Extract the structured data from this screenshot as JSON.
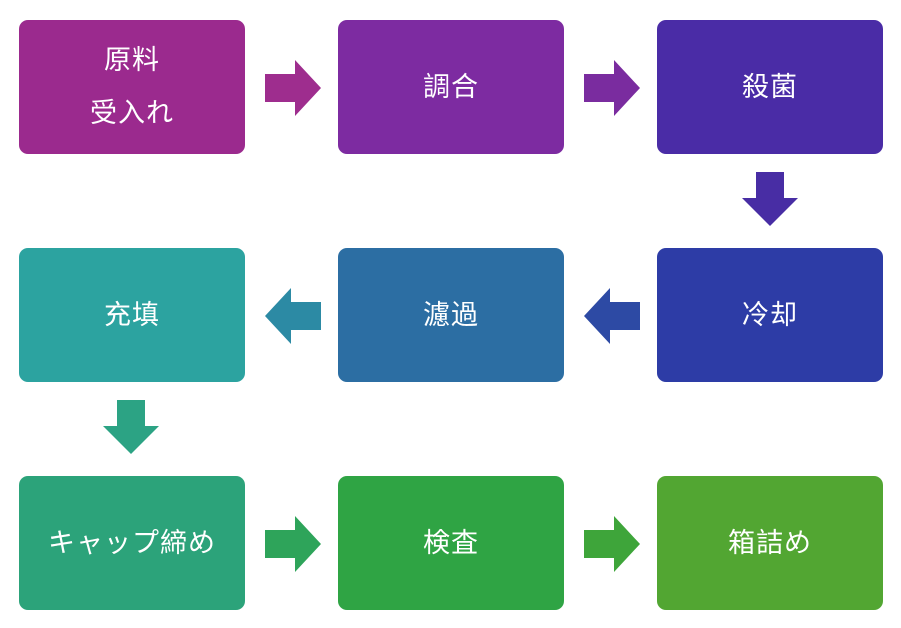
{
  "steps": [
    {
      "id": "raw-material",
      "lines": [
        "原料",
        "受入れ"
      ],
      "color": "#9b2a8e"
    },
    {
      "id": "blending",
      "lines": [
        "調合"
      ],
      "color": "#7d2ba1"
    },
    {
      "id": "sterilization",
      "lines": [
        "殺菌"
      ],
      "color": "#4a2ca6"
    },
    {
      "id": "cooling",
      "lines": [
        "冷却"
      ],
      "color": "#2d3ca6"
    },
    {
      "id": "filtration",
      "lines": [
        "濾過"
      ],
      "color": "#2c6ea3"
    },
    {
      "id": "filling",
      "lines": [
        "充填"
      ],
      "color": "#2ca3a0"
    },
    {
      "id": "capping",
      "lines": [
        "キャップ締め"
      ],
      "color": "#2ca37a"
    },
    {
      "id": "inspection",
      "lines": [
        "検査"
      ],
      "color": "#2fa444"
    },
    {
      "id": "boxing",
      "lines": [
        "箱詰め"
      ],
      "color": "#52a632"
    }
  ],
  "arrows": [
    {
      "from": "raw-material",
      "to": "blending",
      "direction": "right",
      "color": "#9e2d8e"
    },
    {
      "from": "blending",
      "to": "sterilization",
      "direction": "right",
      "color": "#7a2c9f"
    },
    {
      "from": "sterilization",
      "to": "cooling",
      "direction": "down",
      "color": "#482da4"
    },
    {
      "from": "cooling",
      "to": "filtration",
      "direction": "left",
      "color": "#2d4aa4"
    },
    {
      "from": "filtration",
      "to": "filling",
      "direction": "left",
      "color": "#2c8aa4"
    },
    {
      "from": "filling",
      "to": "capping",
      "direction": "down",
      "color": "#2ca384"
    },
    {
      "from": "capping",
      "to": "inspection",
      "direction": "right",
      "color": "#2ea45a"
    },
    {
      "from": "inspection",
      "to": "boxing",
      "direction": "right",
      "color": "#3ea53a"
    }
  ]
}
